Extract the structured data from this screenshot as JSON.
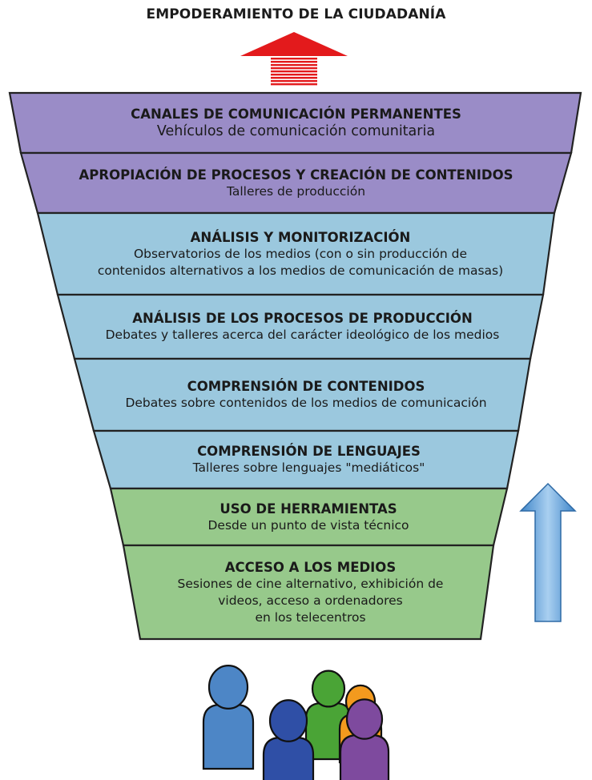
{
  "title": "EMPODERAMIENTO DE LA CIUDADANÍA",
  "colors": {
    "purple": "#9a8cc7",
    "blue": "#9bc8de",
    "green": "#97c98b",
    "red_arrow": "#e31a1c",
    "blue_arrow": "#5d9fd6",
    "border": "#222222",
    "people": [
      "#4d86c6",
      "#2f4fa6",
      "#4aa436",
      "#f39a1e",
      "#7e4a9e"
    ]
  },
  "layers": [
    {
      "title": "CANALES DE COMUNICACIÓN PERMANENTES",
      "desc": [
        "Vehículos de comunicación comunitaria"
      ],
      "color": "purple"
    },
    {
      "title": "APROPIACIÓN DE PROCESOS Y CREACIÓN DE CONTENIDOS",
      "desc": [
        "Talleres de producción"
      ],
      "color": "purple"
    },
    {
      "title": "ANÁLISIS Y MONITORIZACIÓN",
      "desc": [
        "Observatorios de los medios (con o sin producción de",
        "contenidos alternativos a los medios de comunicación de masas)"
      ],
      "color": "blue"
    },
    {
      "title": "ANÁLISIS DE LOS PROCESOS DE PRODUCCIÓN",
      "desc": [
        "Debates y talleres acerca del carácter ideológico de los medios"
      ],
      "color": "blue"
    },
    {
      "title": "COMPRENSIÓN DE CONTENIDOS",
      "desc": [
        "Debates sobre contenidos de los medios de comunicación"
      ],
      "color": "blue"
    },
    {
      "title": "COMPRENSIÓN DE LENGUAJES",
      "desc": [
        "Talleres sobre lenguajes \"mediáticos\""
      ],
      "color": "blue"
    },
    {
      "title": "USO DE HERRAMIENTAS",
      "desc": [
        "Desde un punto de vista técnico"
      ],
      "color": "green"
    },
    {
      "title": "ACCESO A LOS MEDIOS",
      "desc": [
        "Sesiones de cine alternativo, exhibición de",
        "videos, acceso a ordenadores",
        "en los telecentros"
      ],
      "color": "green"
    }
  ],
  "icons": {
    "top_arrow": "red-up-arrow-icon",
    "side_arrow": "blue-up-arrow-icon",
    "people": "people-group-icon"
  }
}
